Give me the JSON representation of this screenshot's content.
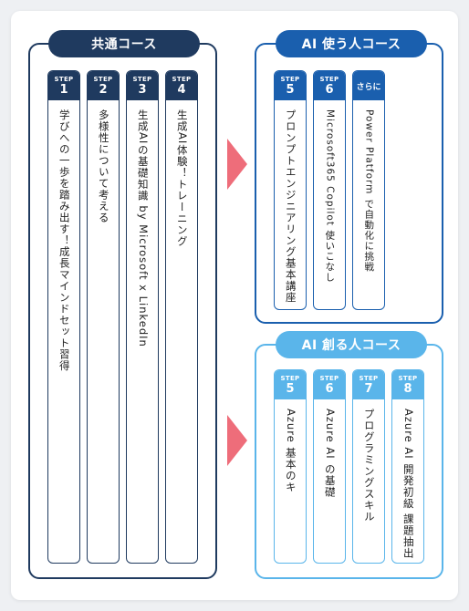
{
  "common": {
    "title": "共通コース",
    "steps": [
      {
        "label": "STEP",
        "num": "1",
        "text": "学びへの一歩を踏み出す！成長マインドセット習得"
      },
      {
        "label": "STEP",
        "num": "2",
        "text": "多様性について考える"
      },
      {
        "label": "STEP",
        "num": "3",
        "text": "生成AIの基礎知識 by Microsoft x LinkedIn"
      },
      {
        "label": "STEP",
        "num": "4",
        "text": "生成AI体験！トレーニング"
      }
    ]
  },
  "use": {
    "title": "AI 使う人コース",
    "steps": [
      {
        "label": "STEP",
        "num": "5",
        "text": "プロンプトエンジニアリング基本講座"
      },
      {
        "label": "STEP",
        "num": "6",
        "text": "Microsoft365 Copilot 使いこなし"
      },
      {
        "label": "さらに",
        "num": "",
        "text": "Power Platform で自動化に挑戦"
      }
    ]
  },
  "create": {
    "title": "AI 創る人コース",
    "steps": [
      {
        "label": "STEP",
        "num": "5",
        "text": "Azure 基本のキ"
      },
      {
        "label": "STEP",
        "num": "6",
        "text": "Azure AI の基礎"
      },
      {
        "label": "STEP",
        "num": "7",
        "text": "プログラミングスキル"
      },
      {
        "label": "STEP",
        "num": "8",
        "text": "Azure AI 開発初級 課題抽出"
      }
    ]
  },
  "colors": {
    "navy": "#1f3a5f",
    "blue": "#1a5fae",
    "light_blue": "#5ab5ea",
    "arrow": "#ee6d7a"
  },
  "icons": [
    "arrow-right-icon"
  ]
}
